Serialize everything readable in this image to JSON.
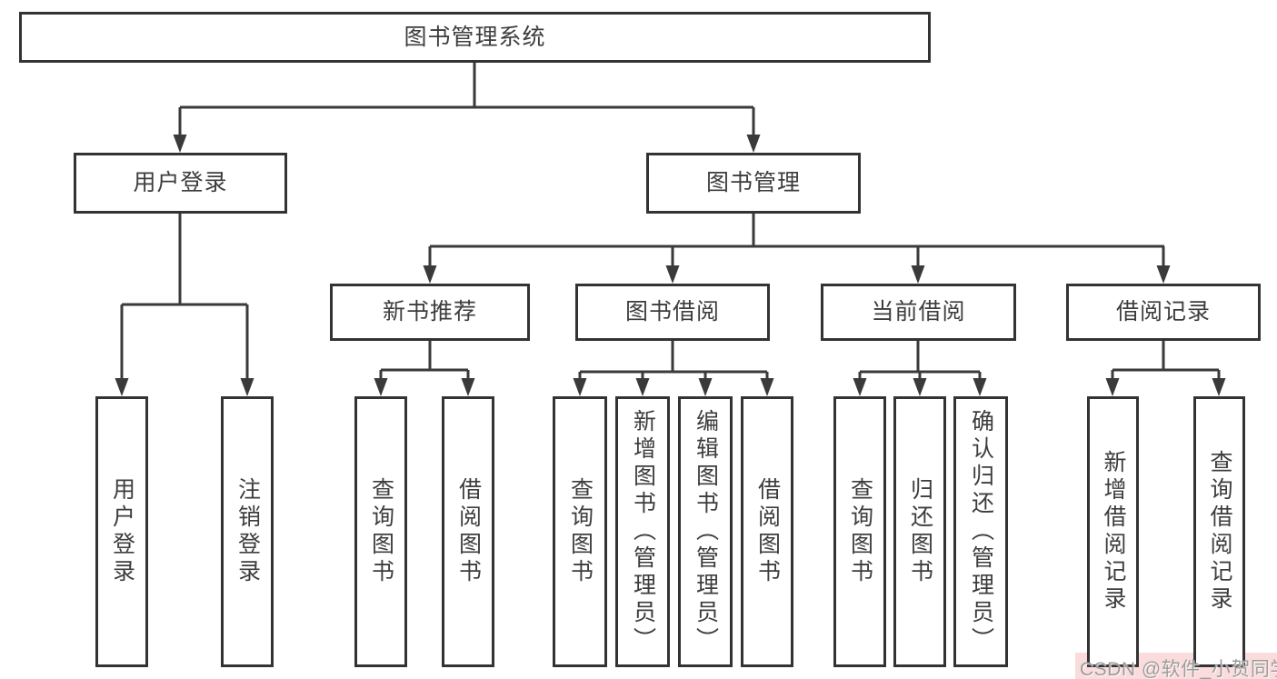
{
  "diagram": {
    "colors": {
      "line": "#3a3a3a",
      "box_border": "#333333",
      "text": "#3d3d3d",
      "box_fill": "#ffffff",
      "background": "#ffffff"
    },
    "root": {
      "label": "图书管理系统"
    },
    "branches": [
      {
        "label": "用户登录"
      },
      {
        "label": "图书管理"
      }
    ],
    "modules": [
      {
        "label": "新书推荐",
        "parent": "图书管理"
      },
      {
        "label": "图书借阅",
        "parent": "图书管理"
      },
      {
        "label": "当前借阅",
        "parent": "图书管理"
      },
      {
        "label": "借阅记录",
        "parent": "图书管理"
      }
    ],
    "functions": [
      {
        "label": "用户登录",
        "parent": "用户登录"
      },
      {
        "label": "注销登录",
        "parent": "用户登录"
      },
      {
        "label": "查询图书",
        "parent": "新书推荐"
      },
      {
        "label": "借阅图书",
        "parent": "新书推荐"
      },
      {
        "label": "查询图书",
        "parent": "图书借阅"
      },
      {
        "label": "新增图书（管理员）",
        "parent": "图书借阅"
      },
      {
        "label": "编辑图书（管理员）",
        "parent": "图书借阅"
      },
      {
        "label": "借阅图书",
        "parent": "图书借阅"
      },
      {
        "label": "查询图书",
        "parent": "当前借阅"
      },
      {
        "label": "归还图书",
        "parent": "当前借阅"
      },
      {
        "label": "确认归还（管理员）",
        "parent": "当前借阅"
      },
      {
        "label": "新增借阅记录",
        "parent": "借阅记录"
      },
      {
        "label": "查询借阅记录",
        "parent": "借阅记录"
      }
    ]
  },
  "watermark": {
    "text": "CSDN @软件_小贺同学",
    "text_color": "#9c9c9c",
    "background": "#fadcdc"
  }
}
